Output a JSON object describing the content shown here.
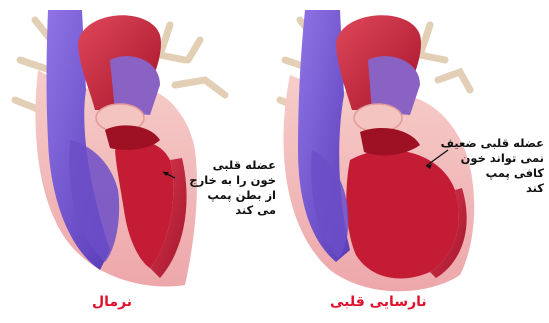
{
  "panels": [
    {
      "id": "normal",
      "title": "نرمال",
      "caption_lines": [
        "عضله قلبی",
        "خون را به خارج",
        "از بطن پمپ",
        "می کند"
      ]
    },
    {
      "id": "heart-failure",
      "title": "نارسایی قلبی",
      "caption_lines": [
        "عضله قلبی ضعیف",
        "نمی تواند خون",
        "کافی پمپ",
        "کند"
      ]
    }
  ],
  "colors": {
    "title_red": "#e0112b",
    "aorta_red": "#c9233a",
    "vein_purple": "#7a5bd6",
    "myocardium_red": "#c8283f",
    "tissue_pink": "#f2b7b7",
    "nerve_beige": "#ead9c4"
  }
}
